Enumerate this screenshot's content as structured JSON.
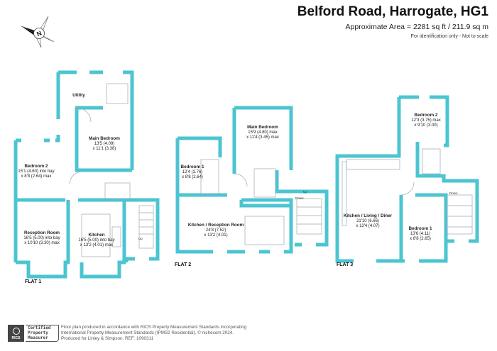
{
  "header": {
    "title": "Belford Road, Harrogate, HG1",
    "area": "Approximate Area = 2281 sq ft / 211.9 sq m",
    "note": "For identification only - Not to scale"
  },
  "compass": {
    "icon": "north-arrow-compass-icon",
    "letter": "N"
  },
  "colors": {
    "wall": "#4cc4d2",
    "text": "#222222",
    "fixture": "#9aa9ad"
  },
  "flats": [
    {
      "label": "FLAT 1",
      "rooms": [
        {
          "name": "Utility",
          "dims": []
        },
        {
          "name": "Main Bedroom",
          "dims": [
            "13'5 (4.09)",
            "x 11'1 (3.38)"
          ]
        },
        {
          "name": "Bedroom 2",
          "dims": [
            "15'1 (4.60) into bay",
            "x 8'8 (2.64) max"
          ]
        },
        {
          "name": "Reception Room",
          "dims": [
            "16'5 (5.00) into bay",
            "x 10'10 (3.30) max"
          ]
        },
        {
          "name": "Kitchen",
          "dims": [
            "16'5 (5.00) into bay",
            "x 13'2 (4.01) max"
          ]
        }
      ],
      "stairs": [
        "Up"
      ]
    },
    {
      "label": "FLAT 2",
      "rooms": [
        {
          "name": "Main Bedroom",
          "dims": [
            "15'9 (4.80) max",
            "x 11'4 (3.45) max"
          ]
        },
        {
          "name": "Bedroom 1",
          "dims": [
            "12'4 (3.76)",
            "x 8'8 (2.64)"
          ]
        },
        {
          "name": "Kitchen / Reception Room",
          "dims": [
            "24'8 (7.52)",
            "x 13'2 (4.01)"
          ]
        }
      ],
      "stairs": [
        "Up",
        "Down"
      ]
    },
    {
      "label": "FLAT 3",
      "rooms": [
        {
          "name": "Bedroom 2",
          "dims": [
            "12'3 (3.75) max",
            "x 9'10 (3.00)"
          ]
        },
        {
          "name": "Kitchen / Living / Diner",
          "dims": [
            "21'10 (6.66)",
            "x 13'4 (4.07)"
          ]
        },
        {
          "name": "Bedroom 1",
          "dims": [
            "13'6 (4.11)",
            "x 8'8 (2.65)"
          ]
        }
      ],
      "stairs": [
        "Down"
      ]
    }
  ],
  "footer": {
    "rics": "RICS",
    "cert_lines": [
      "Certified",
      "Property",
      "Measurer"
    ],
    "lines": [
      "Floor plan produced in accordance with RICS Property Measurement Standards incorporating",
      "International Property Measurement Standards (IPMS2 Residential).  © nichecom 2024.",
      "Produced for Linley & Simpson.   REF: 1090311"
    ]
  }
}
